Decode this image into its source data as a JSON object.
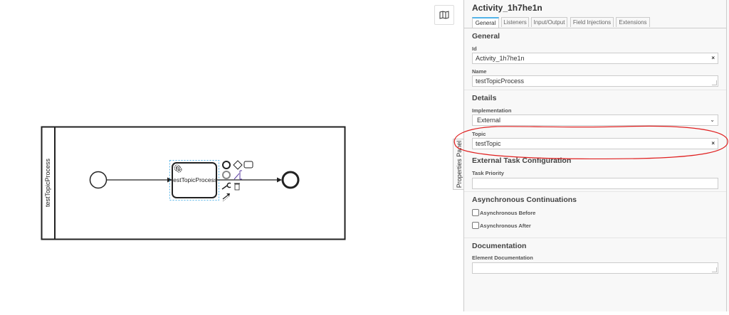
{
  "diagram": {
    "pool_label": "testTopicProcess",
    "task_label": "testTopicProcess",
    "context_pad": [
      "end-event",
      "gateway",
      "task",
      "intermediate-event",
      "text-annotation",
      "change-type",
      "delete",
      "connect"
    ]
  },
  "map_button": {
    "icon": "map-icon"
  },
  "properties_toggle": {
    "label": "Properties Panel"
  },
  "panel": {
    "title": "Activity_1h7he1n",
    "tabs": [
      {
        "label": "General",
        "active": true
      },
      {
        "label": "Listeners"
      },
      {
        "label": "Input/Output"
      },
      {
        "label": "Field Injections"
      },
      {
        "label": "Extensions"
      }
    ],
    "general": {
      "heading": "General",
      "id_label": "Id",
      "id_value": "Activity_1h7he1n",
      "name_label": "Name",
      "name_value": "testTopicProcess"
    },
    "details": {
      "heading": "Details",
      "implementation_label": "Implementation",
      "implementation_value": "External",
      "topic_label": "Topic",
      "topic_value": "testTopic"
    },
    "external_task": {
      "heading": "External Task Configuration",
      "priority_label": "Task Priority",
      "priority_value": ""
    },
    "async": {
      "heading": "Asynchronous Continuations",
      "before_label": "Asynchronous Before",
      "after_label": "Asynchronous After"
    },
    "documentation": {
      "heading": "Documentation",
      "element_label": "Element Documentation",
      "element_value": ""
    },
    "clear_glyph": "×",
    "chevron_glyph": "⌄"
  },
  "colors": {
    "accent": "#52b3e8",
    "annotation": "#e02020",
    "selection": "#52b3e8"
  }
}
